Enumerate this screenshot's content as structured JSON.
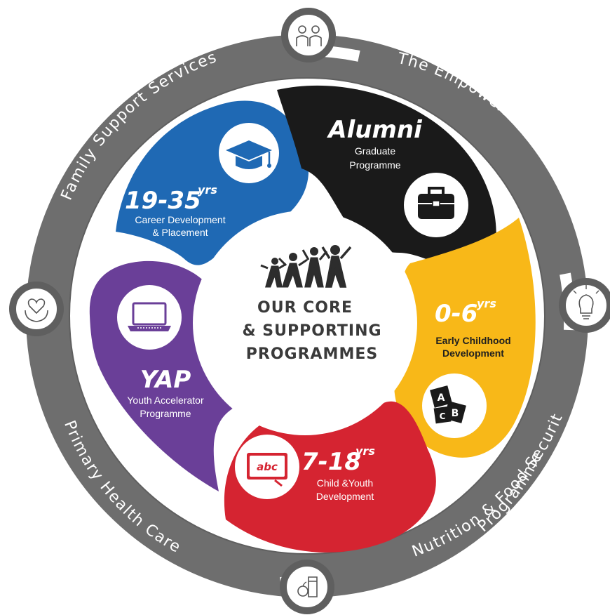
{
  "colors": {
    "ring": "#7b7b7b",
    "ring_edge": "#5e5e5e",
    "blue": "#1f69b4",
    "black": "#1a1a1a",
    "yellow": "#f8b818",
    "red": "#d52431",
    "purple": "#6a3f98"
  },
  "center": {
    "line1": "OUR CORE",
    "line2": "& SUPPORTING",
    "line3": "PROGRAMMES"
  },
  "ring_labels": {
    "family": "Family Support Services",
    "empowerment": "The Empowerment Programme",
    "nutrition_line1": "Nutrition & Food Security",
    "nutrition_line2": "Programme",
    "health": "Primary Health Care"
  },
  "petals": {
    "career": {
      "age": "19-35",
      "unit": "yrs",
      "line1": "Career Development",
      "line2": "& Placement",
      "icon": "graduation-cap-icon"
    },
    "alumni": {
      "title": "Alumni",
      "line1": "Graduate",
      "line2": "Programme",
      "icon": "briefcase-icon"
    },
    "ecd": {
      "age": "0-6",
      "unit": "yrs",
      "line1": "Early Childhood",
      "line2": "Development",
      "icon": "abc-blocks-icon"
    },
    "child": {
      "age": "7-18",
      "unit": "yrs",
      "line1": "Child &Youth",
      "line2": "Development",
      "icon": "chalkboard-abc-icon",
      "board_text": "abc"
    },
    "yap": {
      "title": "YAP",
      "line1": "Youth Accelerator",
      "line2": "Programme",
      "icon": "laptop-icon"
    }
  },
  "ring_icons": [
    "family-icon",
    "lightbulb-icon",
    "food-icon",
    "health-hands-icon"
  ],
  "block_letters": [
    "A",
    "B",
    "C"
  ]
}
